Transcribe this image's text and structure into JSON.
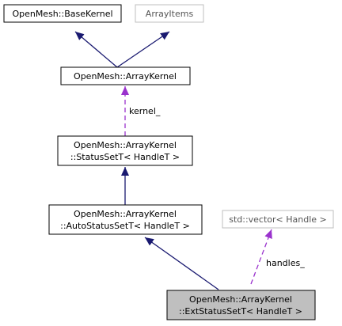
{
  "nodes": {
    "base_kernel": {
      "lines": [
        "OpenMesh::BaseKernel"
      ],
      "style": "black"
    },
    "array_items": {
      "lines": [
        "ArrayItems"
      ],
      "style": "gray"
    },
    "array_kernel": {
      "lines": [
        "OpenMesh::ArrayKernel"
      ],
      "style": "black"
    },
    "status_set": {
      "lines": [
        "OpenMesh::ArrayKernel",
        "::StatusSetT< HandleT >"
      ],
      "style": "black"
    },
    "auto_status_set": {
      "lines": [
        "OpenMesh::ArrayKernel",
        "::AutoStatusSetT< HandleT >"
      ],
      "style": "black"
    },
    "std_vector": {
      "lines": [
        "std::vector< Handle >"
      ],
      "style": "gray"
    },
    "ext_status_set": {
      "lines": [
        "OpenMesh::ArrayKernel",
        "::ExtStatusSetT< HandleT >"
      ],
      "style": "highlight"
    }
  },
  "edges": {
    "kernel_label": "kernel_",
    "handles_label": "handles_"
  },
  "colors": {
    "inheritance": "#191970",
    "usage": "#9a32cd",
    "highlight_fill": "#bfbfbf",
    "gray_border": "#bfbfbf"
  }
}
